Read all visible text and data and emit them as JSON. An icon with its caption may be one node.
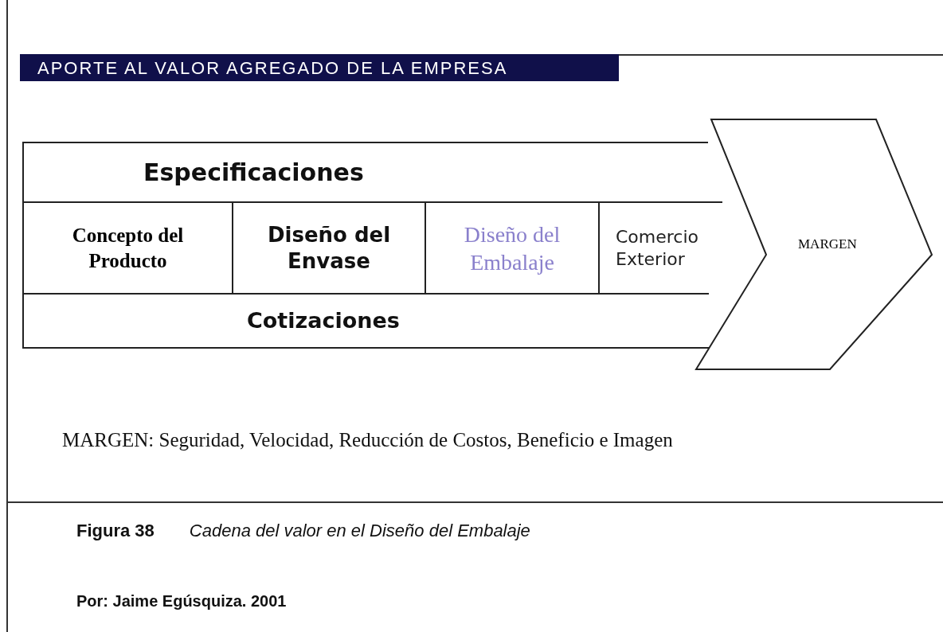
{
  "diagram": {
    "title": "APORTE AL VALOR AGREGADO DE LA EMPRESA",
    "caption": "**Figura 38** *Cadena del valor en el Diseño del Embalaje*",
    "nodes": [
      {
        "text": [
          "Especificaciones"
        ]
      },
      {
        "text": [
          "Concepto del Producto"
        ]
      },
      {
        "text": [
          "Diseño del Envase"
        ]
      },
      {
        "text": [
          "Diseño del Embalaje"
        ]
      },
      {
        "text": [
          "Comercio Exterior"
        ]
      },
      {
        "text": [
          "Cotizaciones"
        ]
      },
      {
        "text": [
          "MARGEN"
        ]
      }
    ],
    "edges": [],
    "labels": [
      "MARGEN: Seguridad, Velocidad, Reducción de Costos,  Beneficio e Imagen",
      "Por: Jaime Egúsquiza. 2001"
    ]
  }
}
